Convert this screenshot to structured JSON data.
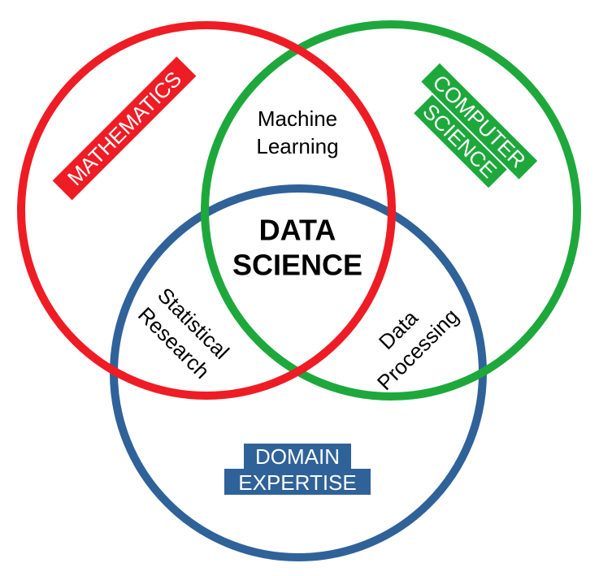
{
  "colors": {
    "mathematics": "#ee1c24",
    "computer_science": "#1ea83c",
    "domain_expertise": "#2f6299",
    "label_text_light": "#ffffff",
    "label_text_dark": "#000000"
  },
  "circles": {
    "mathematics": {
      "label": "MATHEMATICS"
    },
    "computer_science": {
      "label_line1": "COMPUTER",
      "label_line2": "SCIENCE"
    },
    "domain_expertise": {
      "label_line1": "DOMAIN",
      "label_line2": "EXPERTISE"
    }
  },
  "intersections": {
    "machine_learning": {
      "line1": "Machine",
      "line2": "Learning"
    },
    "statistical_research": {
      "line1": "Statistical",
      "line2": "Research"
    },
    "data_processing": {
      "line1": "Data",
      "line2": "Processing"
    },
    "center": {
      "line1": "DATA",
      "line2": "SCIENCE"
    }
  }
}
